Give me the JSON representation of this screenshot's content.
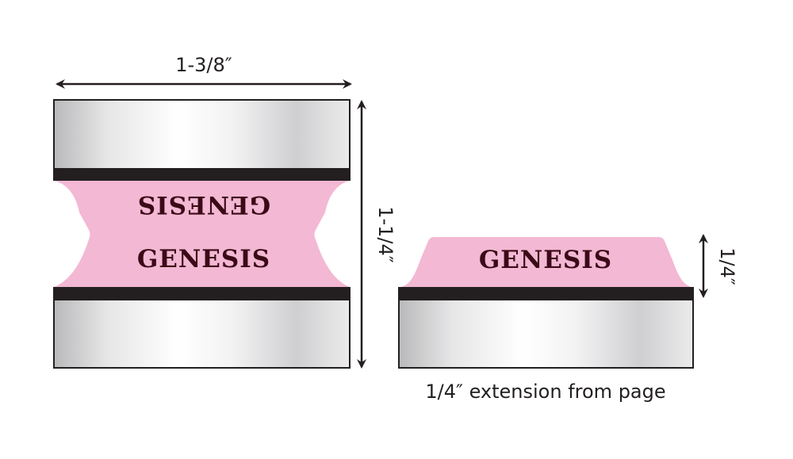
{
  "left_tab": {
    "width_label": "1-3/8″",
    "height_label": "1-1/4″",
    "label_top_mirrored": "GENESIS",
    "label_bottom": "GENESIS"
  },
  "right_tab": {
    "height_label": "1/4″",
    "label": "GENESIS",
    "caption": "1/4″ extension from page"
  },
  "colors": {
    "tab_pink": "#f3b8d3",
    "tab_text": "#3b0a17",
    "band_black": "#231f20",
    "outline": "#231f20"
  }
}
